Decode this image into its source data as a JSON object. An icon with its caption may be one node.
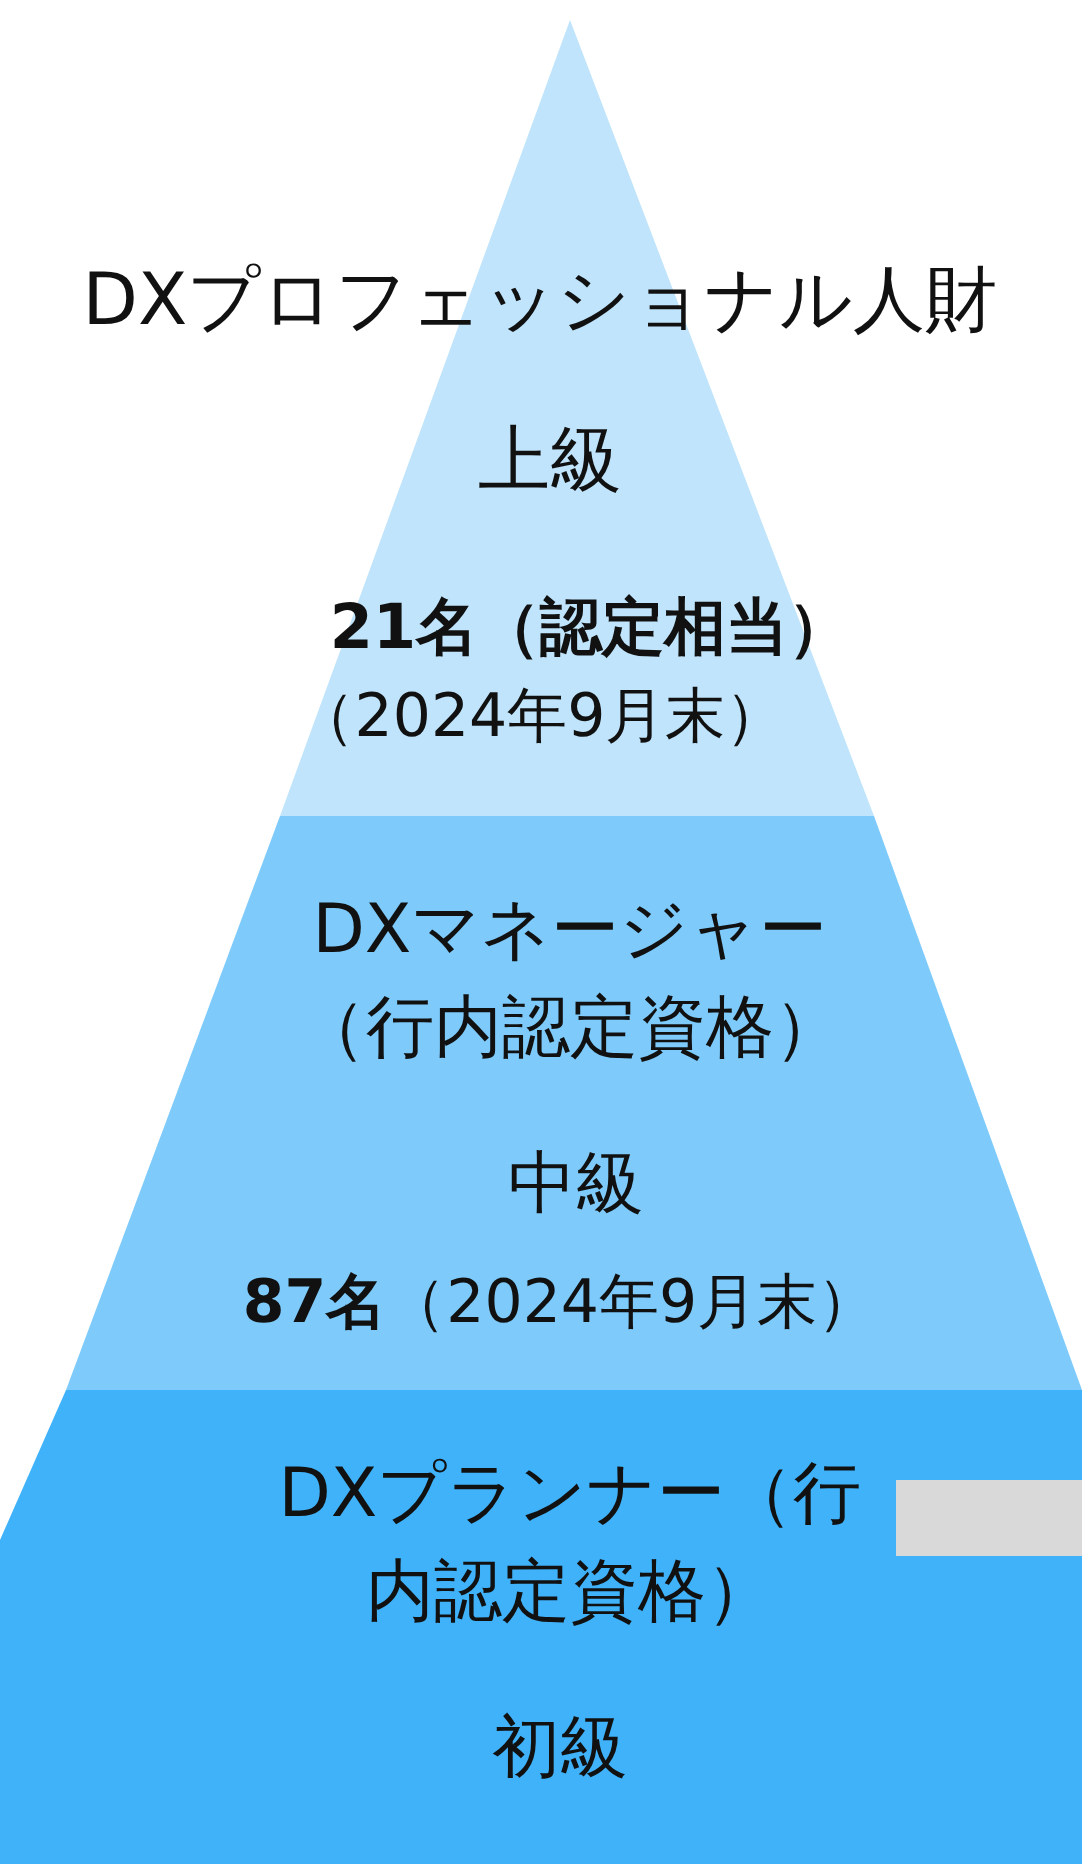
{
  "diagram": {
    "nodes": [
      {
        "text": [
          "DXプロフェッショナル人財",
          "上級",
          "21名（認定相当）",
          "（2024年9月末）"
        ]
      },
      {
        "text": [
          "DXマネージャー（行内認定資格）",
          "中級",
          "**87名**（2024年9月末）"
        ]
      },
      {
        "text": [
          "DXプランナー（行内認定資格）",
          "初級"
        ]
      }
    ]
  }
}
